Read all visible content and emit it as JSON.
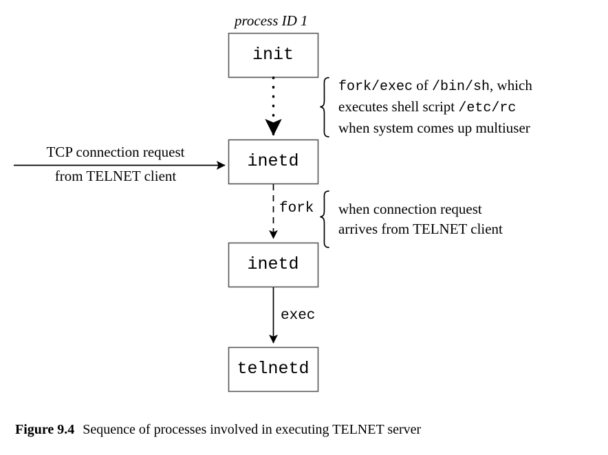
{
  "figure": {
    "pid_label": "process ID 1",
    "caption_number": "Figure 9.4",
    "caption_text": "Sequence of processes involved in executing TELNET server",
    "colors": {
      "stroke": "#000000",
      "box_border": "#555555",
      "background": "#ffffff"
    }
  },
  "boxes": [
    {
      "id": "init",
      "label": "init"
    },
    {
      "id": "inetd-top",
      "label": "inetd"
    },
    {
      "id": "inetd-child",
      "label": "inetd"
    },
    {
      "id": "telnetd",
      "label": "telnetd"
    }
  ],
  "edges": {
    "init_to_inetd": {
      "label": "",
      "style": "dotted"
    },
    "inetd_fork": {
      "label": "fork",
      "style": "dashed"
    },
    "inetd_exec": {
      "label": "exec",
      "style": "solid"
    },
    "incoming": {
      "style": "solid",
      "line1": "TCP connection request",
      "line2": "from TELNET client"
    }
  },
  "annotations": [
    {
      "id": "fork-exec-note",
      "lines": [
        [
          {
            "t": "fork/exec",
            "style": "mono"
          },
          {
            "t": " of ",
            "style": "serif"
          },
          {
            "t": "/bin/sh",
            "style": "mono"
          },
          {
            "t": ", which",
            "style": "serif"
          }
        ],
        [
          {
            "t": "executes shell script ",
            "style": "serif"
          },
          {
            "t": "/etc/rc",
            "style": "mono"
          }
        ],
        [
          {
            "t": "when system comes up multiuser",
            "style": "serif"
          }
        ]
      ]
    },
    {
      "id": "connection-note",
      "lines": [
        [
          {
            "t": "when connection request",
            "style": "serif"
          }
        ],
        [
          {
            "t": "arrives from TELNET client",
            "style": "serif"
          }
        ]
      ]
    }
  ]
}
